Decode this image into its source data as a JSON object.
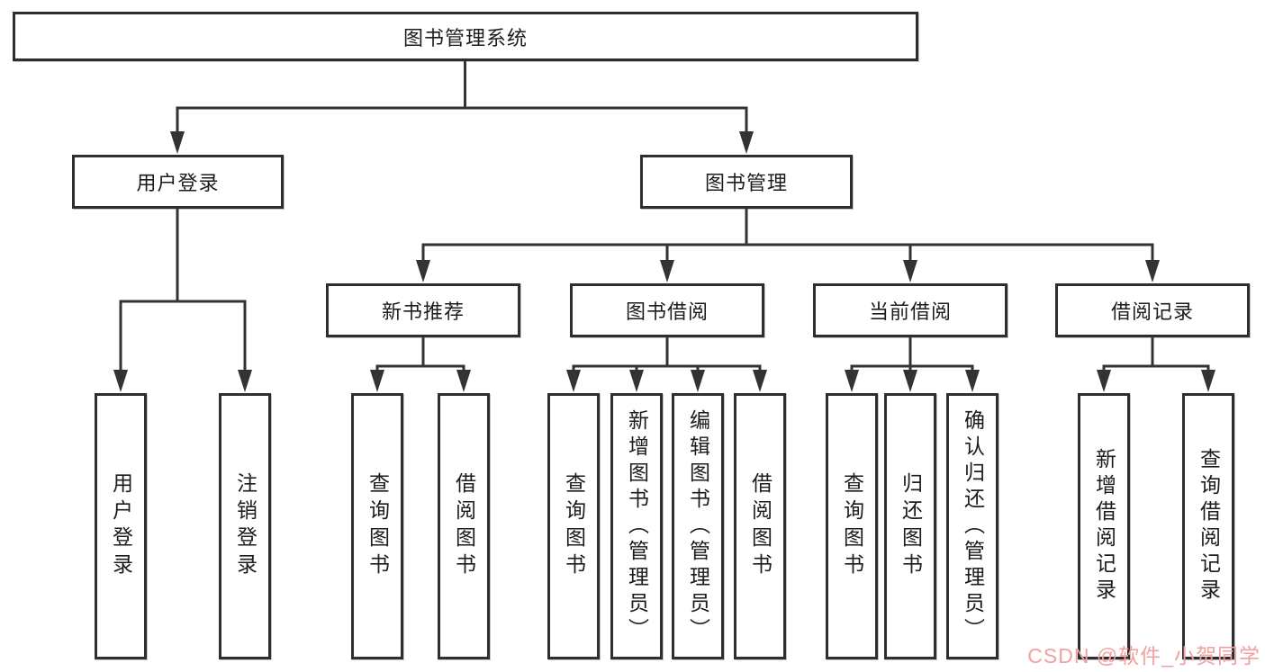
{
  "diagram": {
    "root": "图书管理系统",
    "branches": {
      "user_login": "用户登录",
      "book_mgmt": "图书管理"
    },
    "modules": {
      "new_book": "新书推荐",
      "borrow": "图书借阅",
      "current": "当前借阅",
      "record": "借阅记录"
    },
    "leaves": {
      "login": "用户登录",
      "logout": "注销登录",
      "nb_query": "查询图书",
      "nb_borrow": "借阅图书",
      "bw_query": "查询图书",
      "bw_add": "新增图书（管理员）",
      "bw_edit": "编辑图书（管理员）",
      "bw_borrow": "借阅图书",
      "cur_query": "查询图书",
      "cur_return": "归还图书",
      "cur_confirm": "确认归还（管理员）",
      "rec_add": "新增借阅记录",
      "rec_query": "查询借阅记录"
    }
  },
  "watermark": {
    "text": "CSDN @软件_小贺同学",
    "color": "#F2A0A0"
  },
  "colors": {
    "line": "#333333",
    "box_border": "#2E2E2E",
    "text": "#1C1C1C",
    "background": "#FFFFFF"
  }
}
